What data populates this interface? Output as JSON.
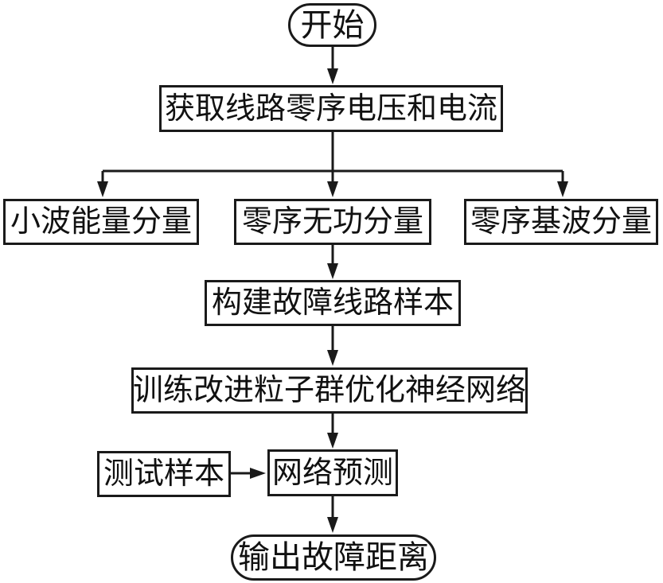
{
  "flowchart": {
    "title": "fault-location flowchart",
    "nodes": {
      "start": {
        "label": "开始",
        "type": "terminal"
      },
      "acquire": {
        "label": "获取线路零序电压和电流",
        "type": "process"
      },
      "wavelet": {
        "label": "小波能量分量",
        "type": "process"
      },
      "reactive": {
        "label": "零序无功分量",
        "type": "process"
      },
      "fundamental": {
        "label": "零序基波分量",
        "type": "process"
      },
      "samples": {
        "label": "构建故障线路样本",
        "type": "process"
      },
      "train": {
        "label": "训练改进粒子群优化神经网络",
        "type": "process"
      },
      "test": {
        "label": "测试样本",
        "type": "process"
      },
      "predict": {
        "label": "网络预测",
        "type": "process"
      },
      "output": {
        "label": "输出故障距离",
        "type": "terminal"
      }
    },
    "edges": [
      {
        "from": "start",
        "to": "acquire"
      },
      {
        "from": "acquire",
        "to": "wavelet"
      },
      {
        "from": "acquire",
        "to": "reactive"
      },
      {
        "from": "acquire",
        "to": "fundamental"
      },
      {
        "from": "reactive",
        "to": "samples"
      },
      {
        "from": "samples",
        "to": "train"
      },
      {
        "from": "train",
        "to": "predict"
      },
      {
        "from": "test",
        "to": "predict"
      },
      {
        "from": "predict",
        "to": "output"
      }
    ]
  },
  "colors": {
    "line": "#1a1a1a",
    "text": "#111111",
    "background": "#ffffff"
  }
}
